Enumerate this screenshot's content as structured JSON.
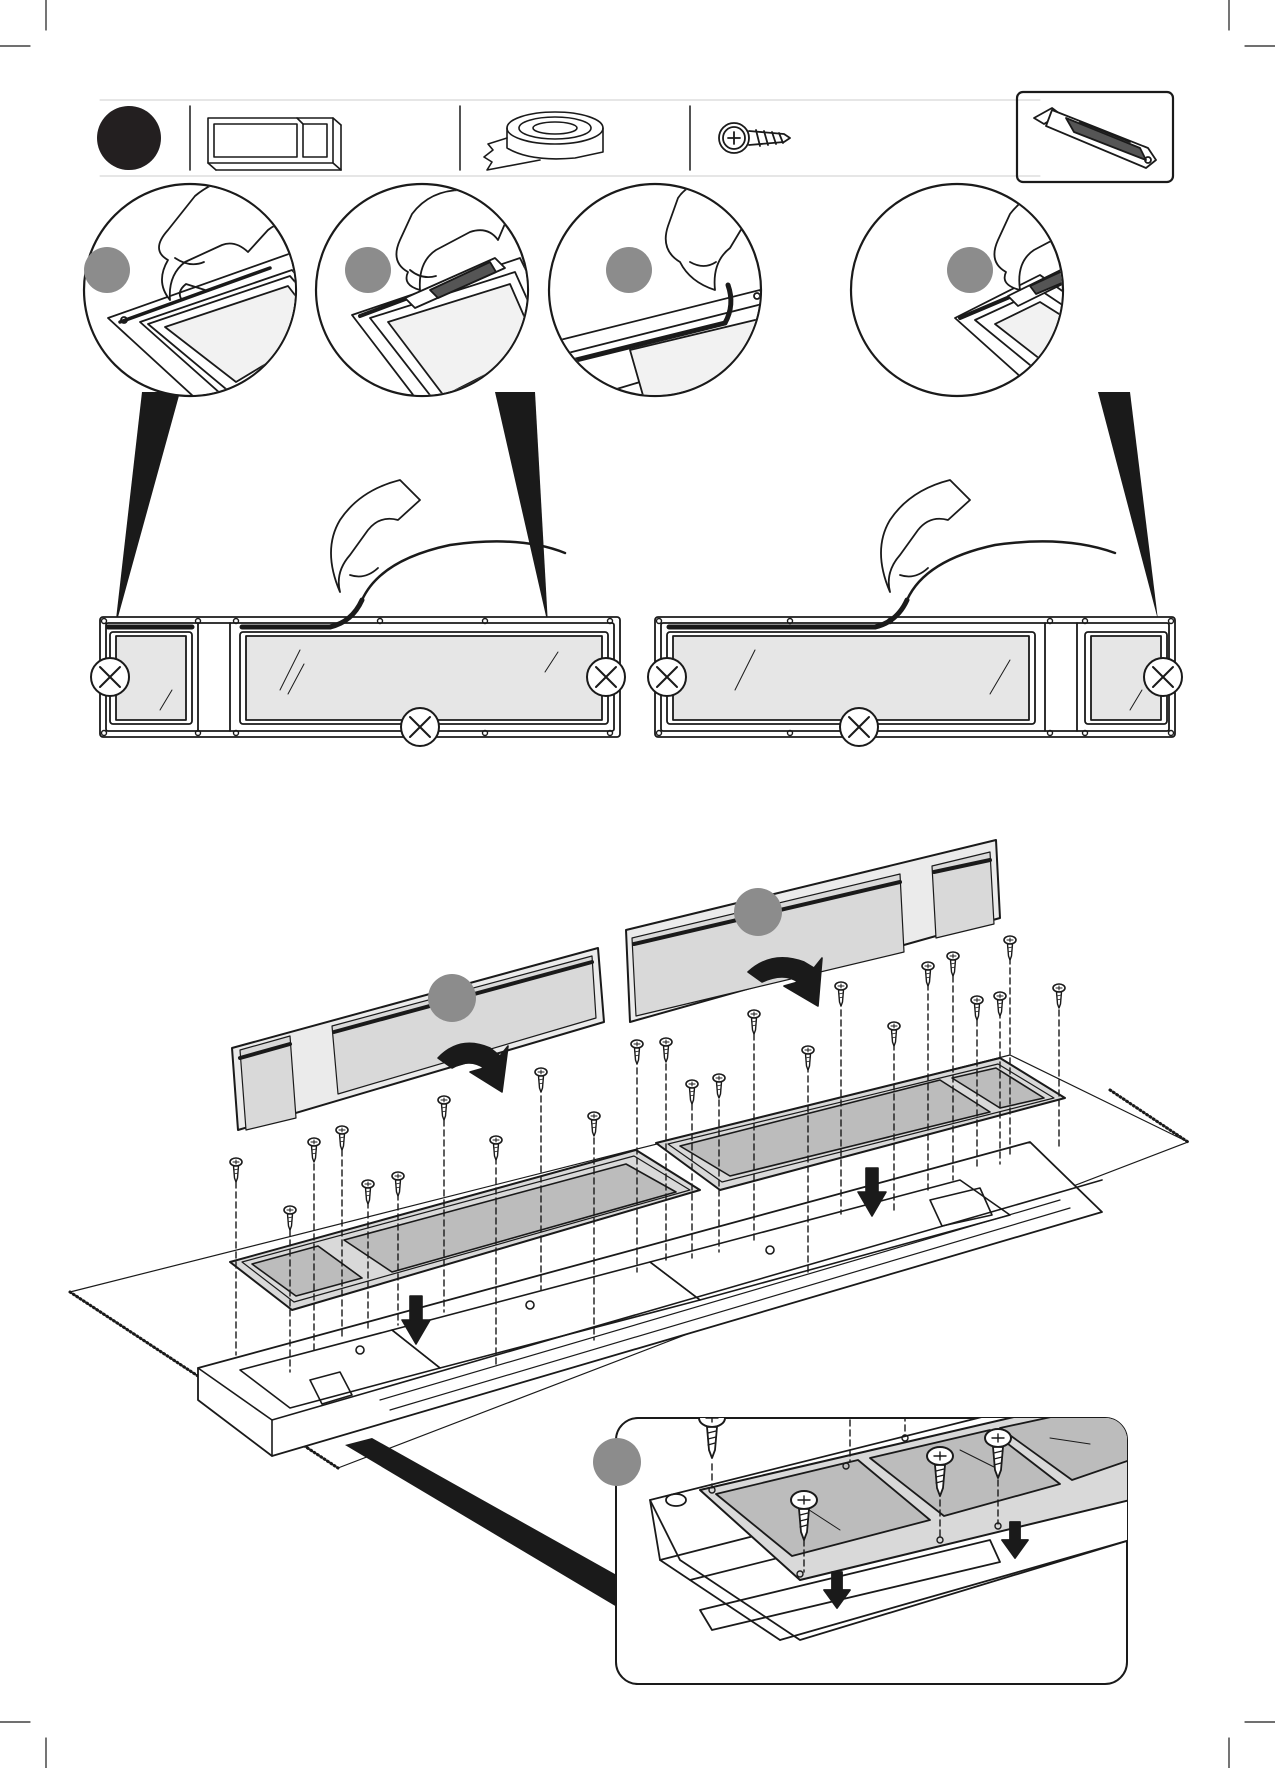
{
  "page": {
    "kind": "assembly-instruction-sheet",
    "background": "#ffffff",
    "ink": "#1a1a1a",
    "step_marker_fill": "#231f20",
    "substep_marker_fill": "#8c8c8c",
    "glass_fill": "#e6e6e6"
  },
  "parts_bar": {
    "items": [
      {
        "icon": "window-frame-part-icon"
      },
      {
        "icon": "sealing-tape-roll-icon"
      },
      {
        "icon": "phillips-screw-icon"
      }
    ],
    "tool": {
      "icon": "utility-knife-icon"
    }
  },
  "details": {
    "circle_count": 4,
    "no_tape_marks": 6
  },
  "assembly": {
    "screw_icon": "phillips-screw-icon",
    "move_icon": "curved-arrow-icon"
  }
}
